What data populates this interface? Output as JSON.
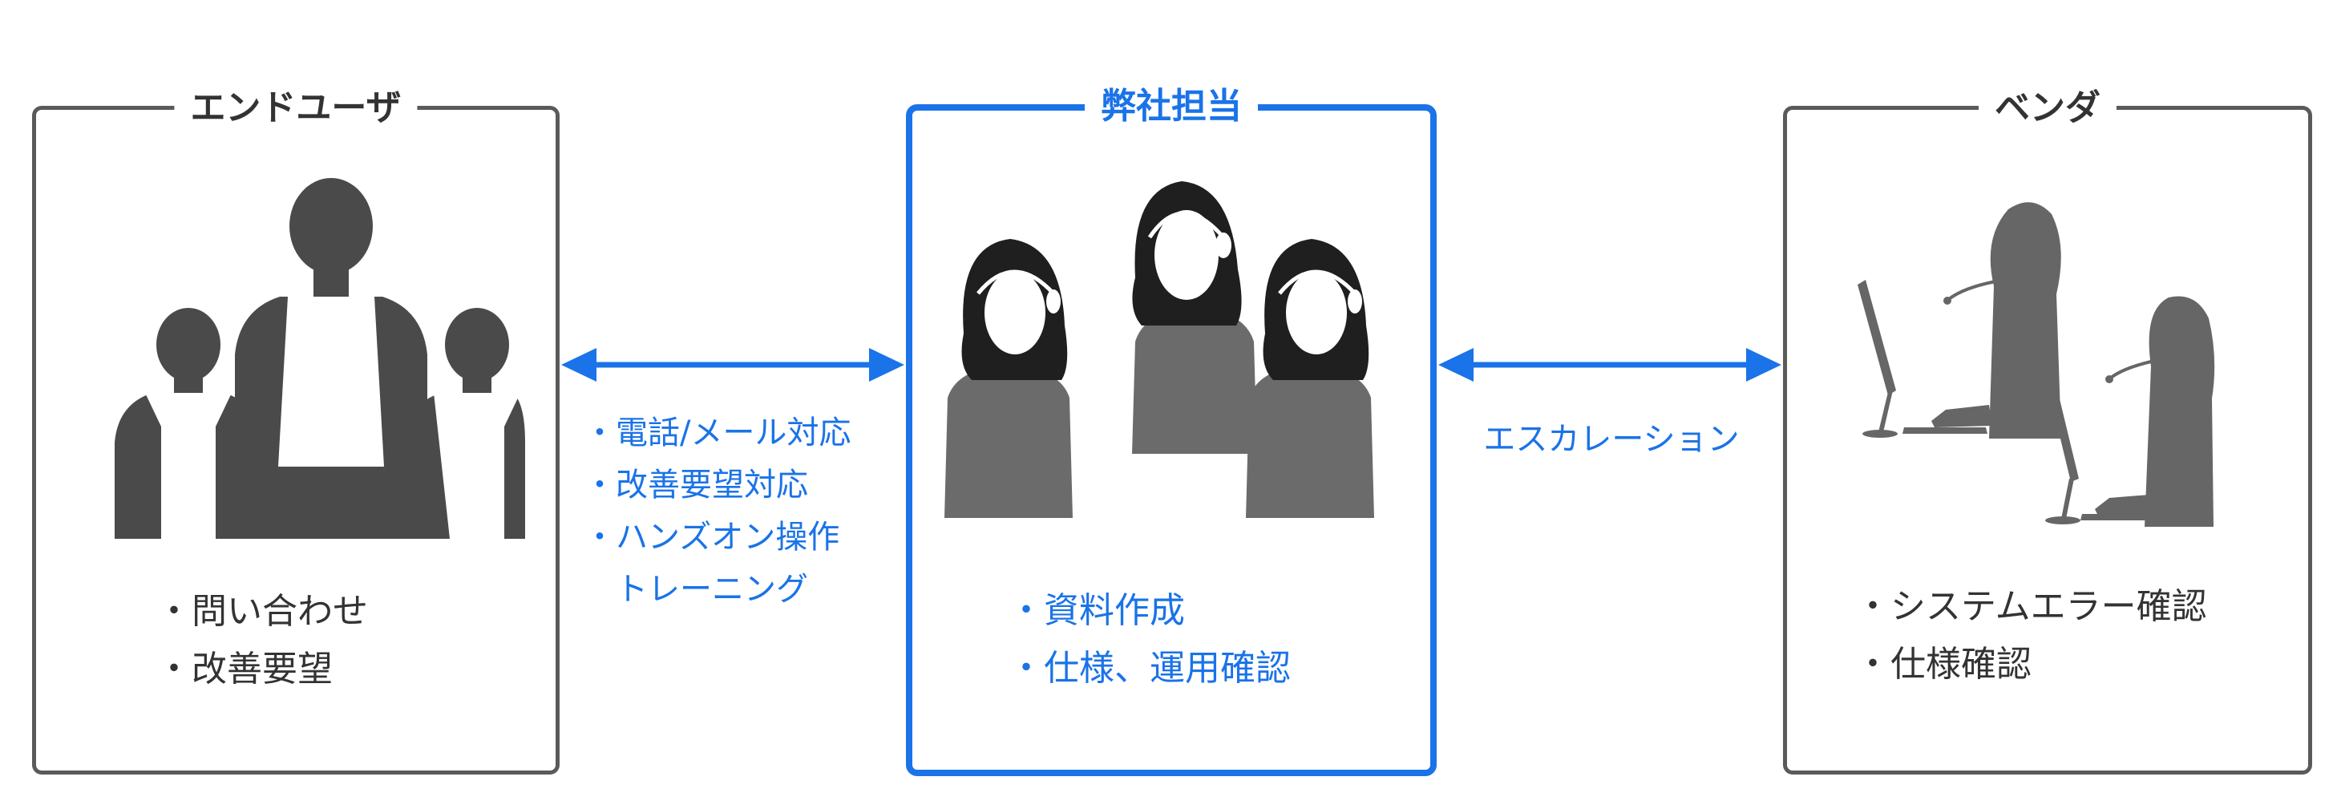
{
  "colors": {
    "accent": "#1a73e8",
    "frame": "#5a5a5a",
    "text": "#333333",
    "figure_dark": "#4a4a4a",
    "figure_mid": "#6b6b6b"
  },
  "end_user": {
    "title": "エンドユーザ",
    "icon": "user-group-icon",
    "items": [
      "問い合わせ",
      "改善要望"
    ]
  },
  "team": {
    "title": "弊社担当",
    "icon": "support-operators-icon",
    "items": [
      "資料作成",
      "仕様、運用確認"
    ]
  },
  "vendor": {
    "title": "ベンダ",
    "icon": "vendor-operators-icon",
    "items": [
      "システムエラー確認",
      "仕様確認"
    ]
  },
  "connections": {
    "left": {
      "icon": "double-arrow-icon",
      "items": [
        "電話/メール対応",
        "改善要望対応",
        "ハンズオン操作",
        "トレーニング"
      ]
    },
    "right": {
      "icon": "double-arrow-icon",
      "label": "エスカレーション"
    }
  }
}
